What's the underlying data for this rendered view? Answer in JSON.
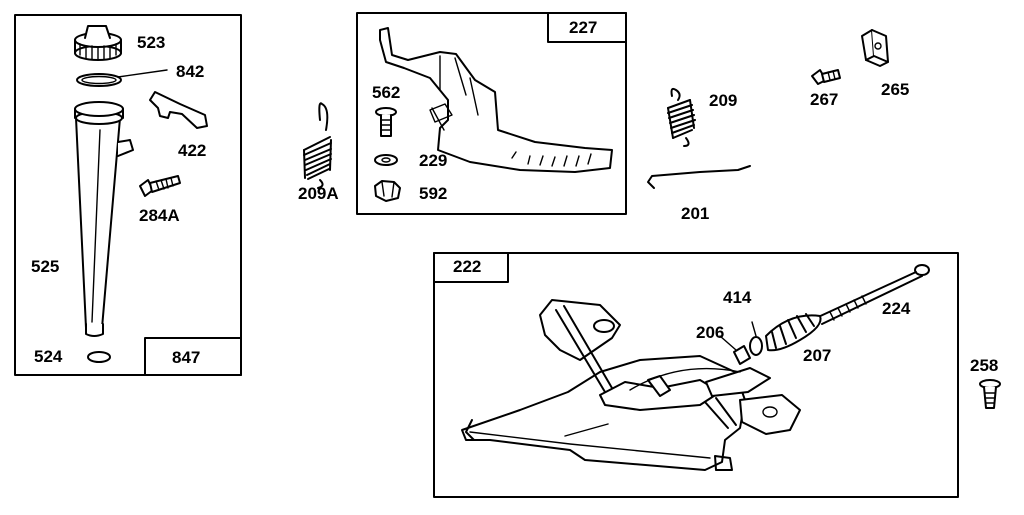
{
  "diagram": {
    "boxes": {
      "b847": "847",
      "b227": "227",
      "b222": "222"
    },
    "labels": {
      "p523": "523",
      "p842": "842",
      "p422": "422",
      "p284A": "284A",
      "p525": "525",
      "p524": "524",
      "p209A": "209A",
      "p562": "562",
      "p229": "229",
      "p592": "592",
      "p209": "209",
      "p267": "267",
      "p265": "265",
      "p201": "201",
      "p414": "414",
      "p206": "206",
      "p224": "224",
      "p207": "207",
      "p258": "258"
    }
  }
}
